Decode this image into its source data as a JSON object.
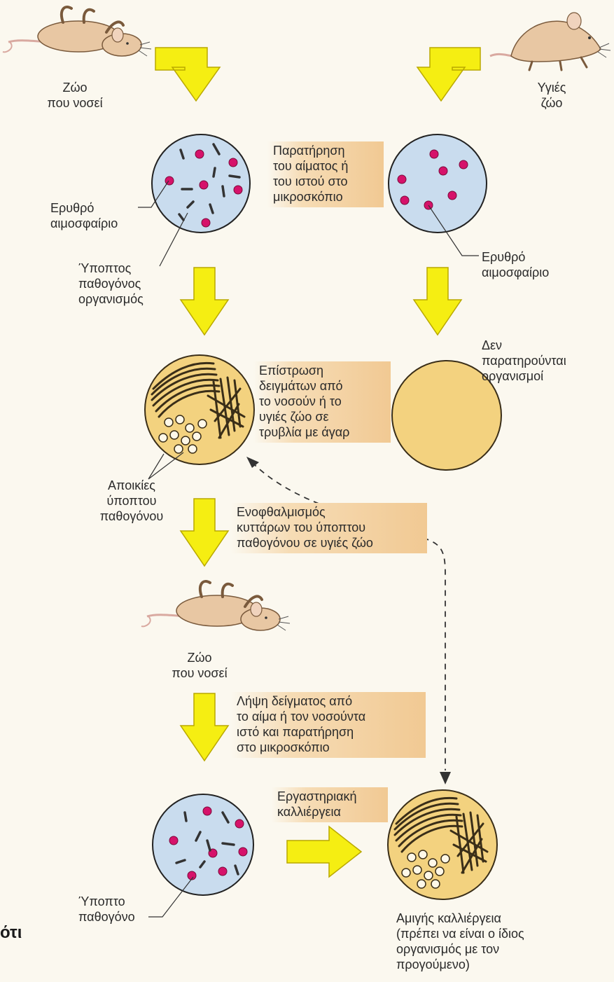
{
  "labels": {
    "sick_animal_top": "Ζώο\nπου νοσεί",
    "healthy_animal": "Υγιές\nζώο",
    "red_cell_left": "Ερυθρό\nαιμοσφαίριο",
    "suspect_organism": "Ύποπτος\nπαθογόνος\nοργανισμός",
    "red_cell_right": "Ερυθρό\nαιμοσφαίριο",
    "no_organisms": "Δεν\nπαρατηρούνται\nοργανισμοί",
    "colonies": "Αποικίες\nύποπτου\nπαθογόνου",
    "sick_animal_mid": "Ζώο\nπου νοσεί",
    "suspect_pathogen": "Ύποπτο\nπαθογόνο",
    "pure_culture": "Αμιγής καλλιέργεια\n(πρέπει να είναι ο ίδιος\nοργανισμός με τον\nπρογούμενο)",
    "side_fragment": "ότι"
  },
  "steps": {
    "microscope": "Παρατήρηση\nτου αίματος ή\nτου ιστού στο\nμικροσκόπιο",
    "plating": "Επίστρωση\nδειγμάτων από\nτο νοσούν ή το\nυγιές ζώο σε\nτρυβλία με άγαρ",
    "inoculation": "Ενοφθαλμισμός\nκυττάρων του ύποπτου\nπαθογόνου σε υγιές ζώο",
    "sampling": "Λήψη δείγματος από\nτο αίμα ή τον νοσούντα\nιστό και παρατήρηση\nστο μικροσκόπιο",
    "lab_culture": "Εργαστηριακή\nκαλλιέργεια"
  },
  "colors": {
    "arrow": "#f5ee12",
    "arrow_stroke": "#b9a800",
    "blood_dish": "#c9dcee",
    "red_cell": "#d6126a",
    "agar": "#f3d27f",
    "note_bg": "#f1c993",
    "mouse": "#e8c7a3"
  }
}
